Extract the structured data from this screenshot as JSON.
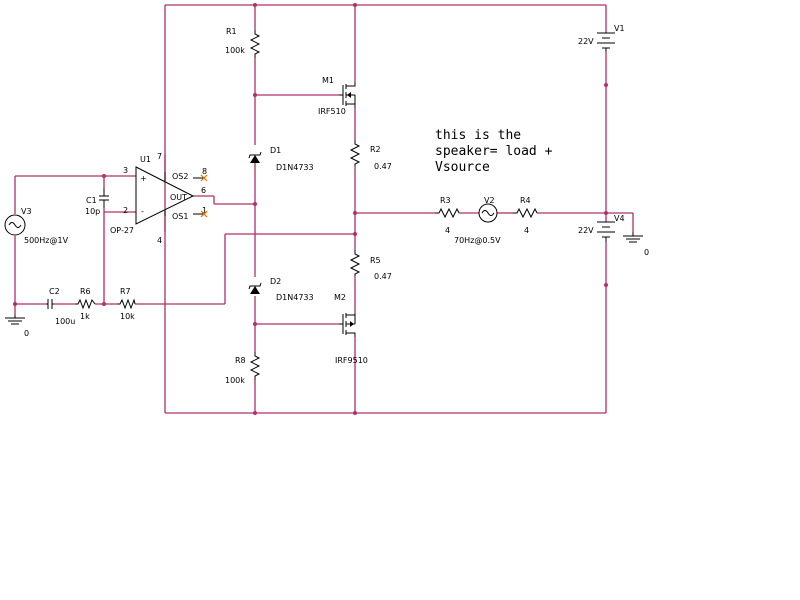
{
  "note": {
    "line1": "this is the",
    "line2": "speaker= load +",
    "line3": "Vsource"
  },
  "components": {
    "R1": {
      "ref": "R1",
      "value": "100k"
    },
    "R2": {
      "ref": "R2",
      "value": "0.47"
    },
    "R3": {
      "ref": "R3",
      "value": "4"
    },
    "R4": {
      "ref": "R4",
      "value": "4"
    },
    "R5": {
      "ref": "R5",
      "value": "0.47"
    },
    "R6": {
      "ref": "R6",
      "value": "1k"
    },
    "R7": {
      "ref": "R7",
      "value": "10k"
    },
    "R8": {
      "ref": "R8",
      "value": "100k"
    },
    "C1": {
      "ref": "C1",
      "value": "10p"
    },
    "C2": {
      "ref": "C2",
      "value": "100u"
    },
    "D1": {
      "ref": "D1",
      "value": "D1N4733"
    },
    "D2": {
      "ref": "D2",
      "value": "D1N4733"
    },
    "M1": {
      "ref": "M1",
      "value": "IRF510"
    },
    "M2": {
      "ref": "M2",
      "value": "IRF9510"
    },
    "V1": {
      "ref": "V1",
      "value": "22V"
    },
    "V4": {
      "ref": "V4",
      "value": "22V"
    },
    "V2": {
      "ref": "V2",
      "value": "70Hz@0.5V"
    },
    "V3": {
      "ref": "V3",
      "value": "500Hz@1V"
    },
    "U1": {
      "ref": "U1",
      "value": "OP-27",
      "pins": {
        "p3": "3",
        "p2": "2",
        "p7": "7",
        "p4": "4",
        "p6": "6",
        "p8": "8",
        "p1": "1"
      },
      "plus": "+",
      "minus": "-",
      "os2": "OS2",
      "os1": "OS1",
      "out": "OUT"
    }
  },
  "grounds": {
    "left": "0",
    "right": "0"
  }
}
